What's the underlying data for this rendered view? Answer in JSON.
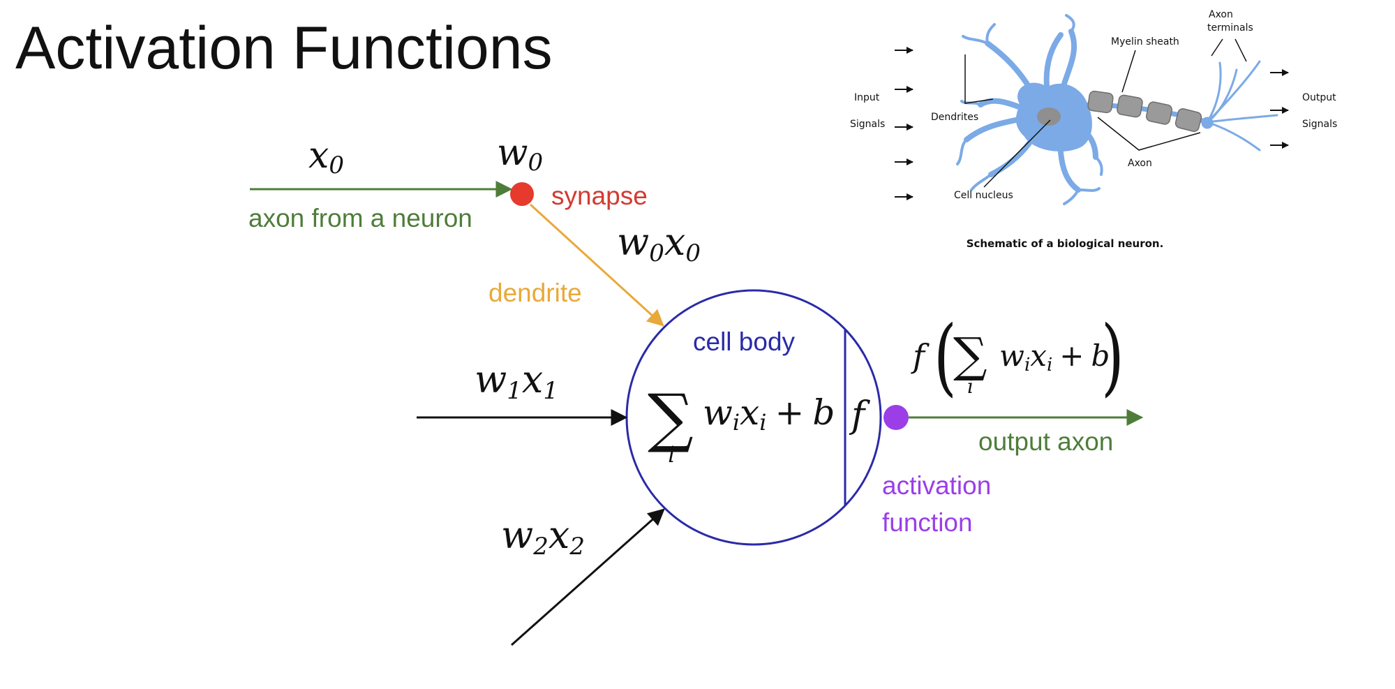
{
  "slide": {
    "title": "Activation Functions"
  },
  "neuron_model": {
    "input_x0": {
      "base": "x",
      "sub": "0"
    },
    "weight_w0": {
      "base": "w",
      "sub": "0"
    },
    "weighted_w0x0": {
      "a": "w",
      "a_sub": "0",
      "b": "x",
      "b_sub": "0"
    },
    "weighted_w1x1": {
      "a": "w",
      "a_sub": "1",
      "b": "x",
      "b_sub": "1"
    },
    "weighted_w2x2": {
      "a": "w",
      "a_sub": "2",
      "b": "x",
      "b_sub": "2"
    },
    "labels": {
      "axon_from_neuron": "axon from a neuron",
      "synapse": "synapse",
      "dendrite": "dendrite",
      "cell_body": "cell body",
      "output_axon": "output axon",
      "activation_line1": "activation",
      "activation_line2": "function"
    },
    "sum_expression": {
      "sigma": "∑",
      "index": "i",
      "w": "w",
      "x": "x",
      "sub": "i",
      "plus": "+",
      "bias": "b"
    },
    "activation_symbol": "f",
    "output_expression": {
      "f": "f",
      "open": "(",
      "close": ")",
      "sigma": "∑",
      "index": "i",
      "w": "w",
      "x": "x",
      "sub": "i",
      "plus": "+",
      "bias": "b"
    },
    "colors": {
      "axon_green": "#4e7d3a",
      "synapse_red": "#e53a2c",
      "dendrite_orange": "#e8a93a",
      "cell_blue": "#2a2aa8",
      "activation_purple": "#9b3ee8",
      "arrow_black": "#111111"
    }
  },
  "bio_neuron": {
    "labels": {
      "input_line1": "Input",
      "input_line2": "Signals",
      "output_line1": "Output",
      "output_line2": "Signals",
      "dendrites": "Dendrites",
      "myelin": "Myelin sheath",
      "axon_terminals_line1": "Axon",
      "axon_terminals_line2": "terminals",
      "axon": "Axon",
      "cell_nucleus": "Cell nucleus"
    },
    "caption": "Schematic of a biological neuron.",
    "colors": {
      "neuron_blue": "#7baae6",
      "myelin_gray": "#9a9a9a",
      "nucleus_gray": "#8f8f8f"
    }
  }
}
